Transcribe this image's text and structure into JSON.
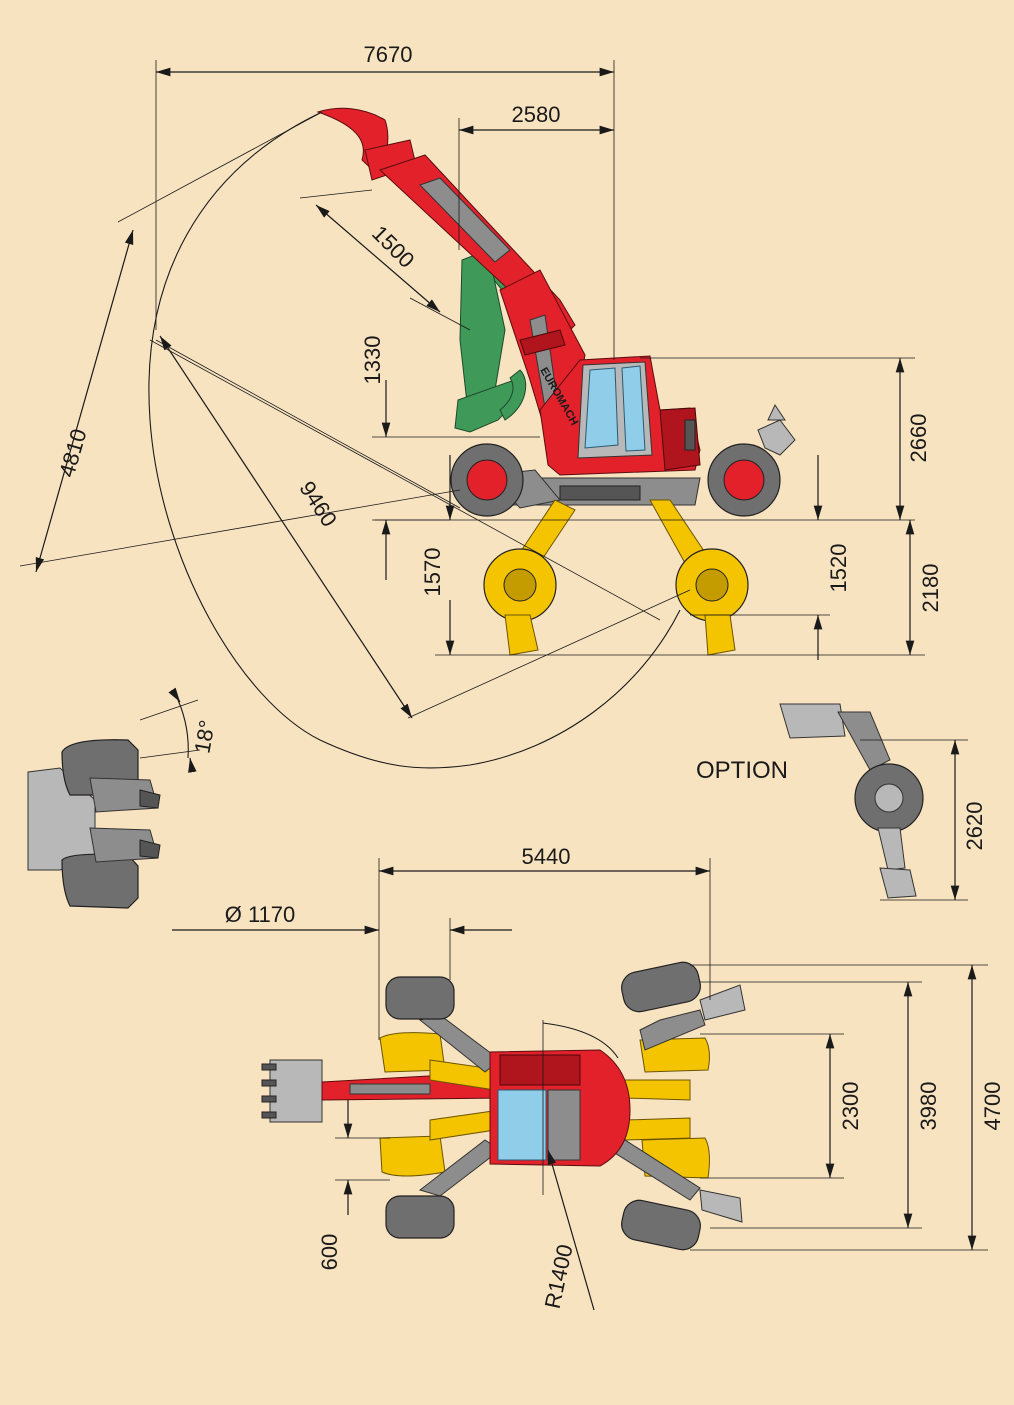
{
  "dimensions": {
    "d7670": "7670",
    "d2580": "2580",
    "d1500": "1500",
    "d1330": "1330",
    "d4810": "4810",
    "d9460": "9460",
    "d2660": "2660",
    "d1570": "1570",
    "d1520": "1520",
    "d2180": "2180",
    "d18deg": "18°",
    "d2620": "2620",
    "d5440": "5440",
    "d1170": "Ø 1170",
    "d2300": "2300",
    "d3980": "3980",
    "d4700": "4700",
    "d600": "600",
    "dR1400": "R1400"
  },
  "labels": {
    "option": "OPTION",
    "brand": "EUROMACH"
  },
  "colors": {
    "background": "#f8e3c0",
    "body_red": "#e3212b",
    "arm_green": "#3f9a5a",
    "legs_yellow": "#f4c400",
    "glass_blue": "#8fcde9",
    "tyre_grey": "#6f6f6f"
  }
}
